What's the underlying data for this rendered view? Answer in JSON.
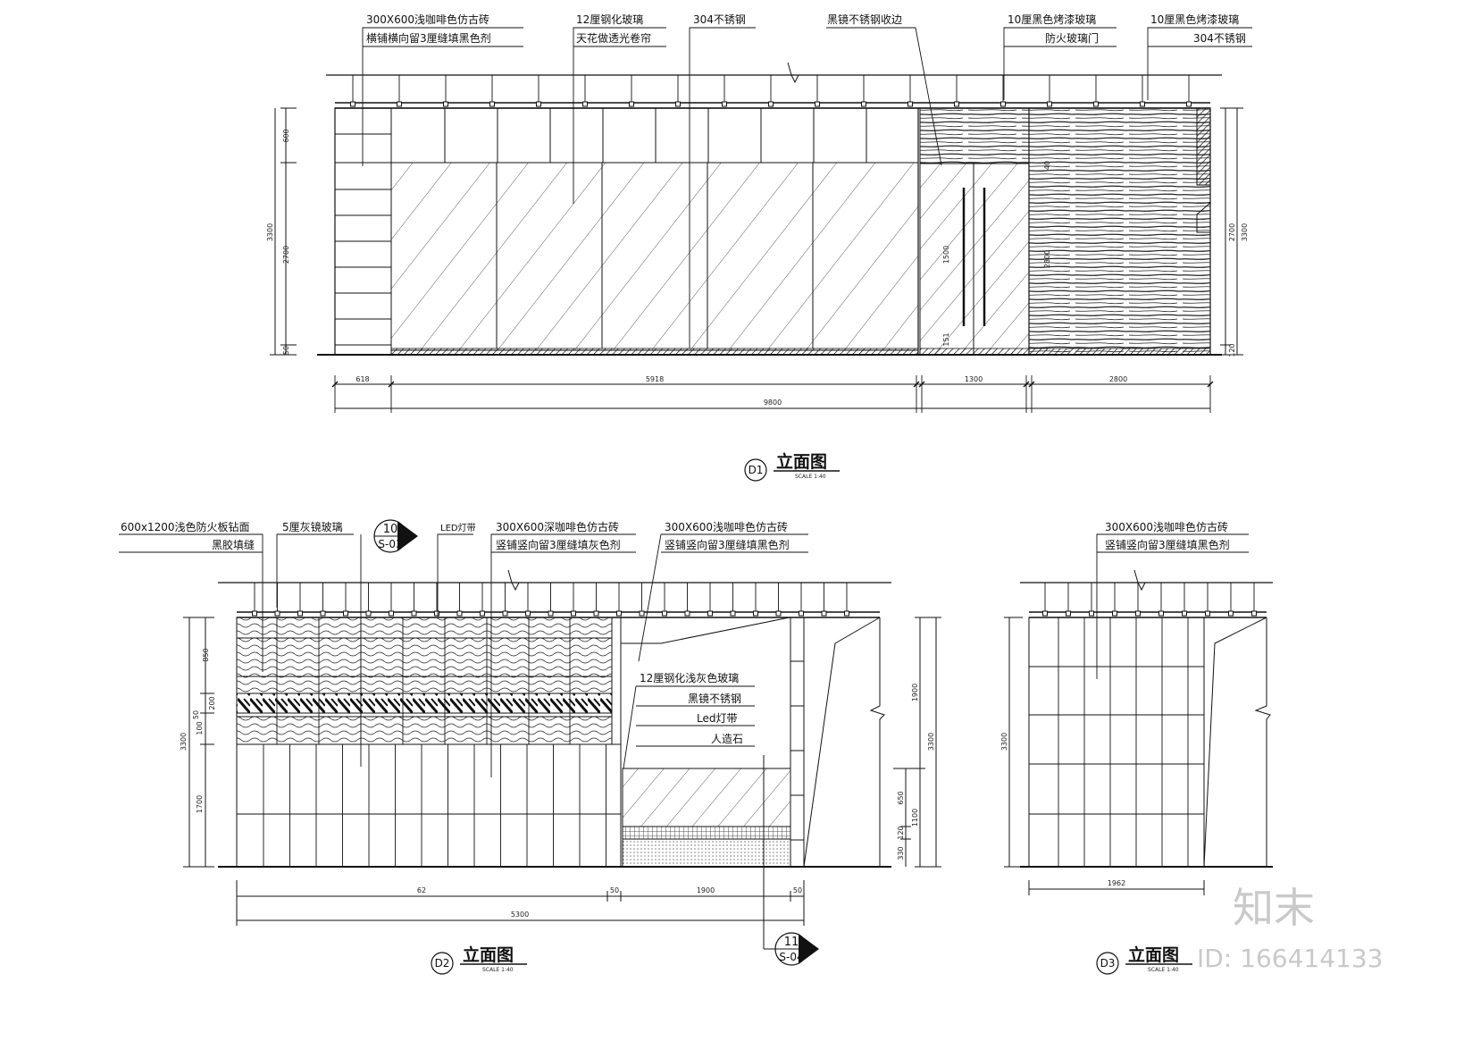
{
  "d1": {
    "callouts": [
      "300X600浅咖啡色仿古砖",
      "横铺横向留3厘缝填黑色剂",
      "12厘钢化玻璃",
      "天花做透光卷帘",
      "304不锈钢",
      "黑镜不锈钢收边",
      "10厘黑色烤漆玻璃",
      "防火玻璃门",
      "10厘黑色烤漆玻璃",
      "304不锈钢"
    ],
    "dims_left": [
      "600",
      "2700",
      "3300",
      "50"
    ],
    "dims_right": [
      "2700",
      "3300",
      "120"
    ],
    "dims_inner": [
      "1500",
      "151",
      "40",
      "2800"
    ],
    "dims_bottom": [
      "618",
      "5918",
      "1300",
      "2800",
      "9800"
    ],
    "badge": "D1",
    "title": "立面图",
    "scale": "SCALE 1:40"
  },
  "d2": {
    "callouts": [
      "600x1200浅色防火板钻面",
      "黑胶填缝",
      "5厘灰镜玻璃",
      "LED灯带",
      "300X600深咖啡色仿古砖",
      "竖铺竖向留3厘缝填灰色剂",
      "300X600浅咖啡色仿古砖",
      "竖铺竖向留3厘缝填黑色剂"
    ],
    "inner_labels": [
      "12厘钢化浅灰色玻璃",
      "黑镜不锈钢",
      "Led灯带",
      "人造石"
    ],
    "section_a": {
      "num": "10",
      "ref": "S-03"
    },
    "section_b": {
      "num": "11",
      "ref": "S-04"
    },
    "dims_left": [
      "850",
      "200",
      "50",
      "100",
      "1700",
      "3300"
    ],
    "dims_right": [
      "1900",
      "3300",
      "650",
      "1100",
      "120",
      "330"
    ],
    "dims_bottom": [
      "62",
      "50",
      "1900",
      "50",
      "5300"
    ],
    "badge": "D2",
    "title": "立面图",
    "scale": "SCALE 1:40"
  },
  "d3": {
    "callouts": [
      "300X600浅咖啡色仿古砖",
      "竖铺竖向留3厘缝填黑色剂"
    ],
    "dims_left": [
      "3300"
    ],
    "dims_bottom": [
      "1962"
    ],
    "badge": "D3",
    "title": "立面图",
    "scale": "SCALE 1:40"
  },
  "watermark": {
    "logo": "知末",
    "id": "ID: 166414133"
  }
}
